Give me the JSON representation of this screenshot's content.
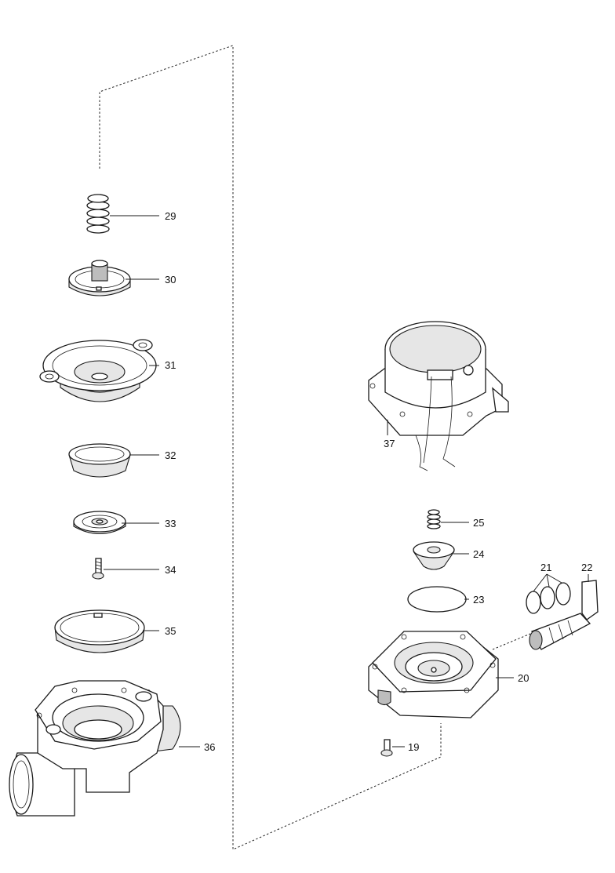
{
  "callouts": [
    {
      "id": "c29",
      "label": "29"
    },
    {
      "id": "c30",
      "label": "30"
    },
    {
      "id": "c31",
      "label": "31"
    },
    {
      "id": "c32",
      "label": "32"
    },
    {
      "id": "c33",
      "label": "33"
    },
    {
      "id": "c34",
      "label": "34"
    },
    {
      "id": "c35",
      "label": "35"
    },
    {
      "id": "c36",
      "label": "36"
    },
    {
      "id": "c37",
      "label": "37"
    },
    {
      "id": "c25",
      "label": "25"
    },
    {
      "id": "c24",
      "label": "24"
    },
    {
      "id": "c23",
      "label": "23"
    },
    {
      "id": "c21",
      "label": "21"
    },
    {
      "id": "c22",
      "label": "22"
    },
    {
      "id": "c20",
      "label": "20"
    },
    {
      "id": "c19",
      "label": "19"
    }
  ]
}
